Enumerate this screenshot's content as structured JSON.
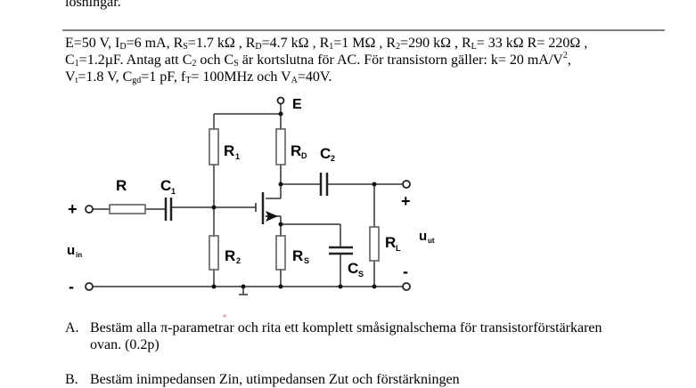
{
  "document": {
    "top_fragment": "lösningar.",
    "params_line1": {
      "E": "E=50 V, I",
      "ID_sub": "D",
      "ID_val": "=6 mA, R",
      "RS_sub": "S",
      "RS_val": "=1.7 kΩ , R",
      "RD_sub": "D",
      "RD_val": "=4.7 kΩ , R",
      "R1_sub": "1",
      "R1_val": "=1 MΩ , R",
      "R2_sub": "2",
      "R2_val": "=290 kΩ , R",
      "RL_sub": "L",
      "RL_val": "= 33 kΩ R= 220Ω ,"
    },
    "params_line2": {
      "C": "C",
      "C1_sub": "1",
      "C1_val": "=1.2µF. Antag att C",
      "C2_sub": "2",
      "mid": " och C",
      "CS_sub": "S",
      "tail": " är kortslutna för AC. För transistorn gäller: k= 20 mA/V",
      "sup": "2",
      "end": ","
    },
    "params_line3": {
      "V": "V",
      "Vt_sub": "t",
      "Vt_val": "=1.8 V, C",
      "Cgd_sub": "gd",
      "Cgd_val": "=1 pF, f",
      "fT_sub": "T",
      "fT_val": "= 100MHz och V",
      "VA_sub": "A",
      "VA_val": "=40V."
    },
    "question_a": {
      "marker": "A.",
      "line1": "Bestäm alla π-parametrar och rita ett komplett småsignalschema för transistorförstärkaren",
      "line2": "ovan. (0.2p)"
    },
    "question_b_partial": {
      "marker": "B.",
      "line1": "Bestäm inimpedansen Zin, utimpedansen Zut och förstärkningen"
    }
  },
  "schematic": {
    "labels": {
      "supply": "E",
      "R": "R",
      "C1": "C",
      "C1_sub": "1",
      "R1": "R",
      "R1_sub": "1",
      "RD": "R",
      "RD_sub": "D",
      "C2": "C",
      "C2_sub": "2",
      "R2": "R",
      "R2_sub": "2",
      "RS": "R",
      "RS_sub": "S",
      "CS": "C",
      "CS_sub": "S",
      "RL": "R",
      "RL_sub": "L",
      "uin": "u",
      "uin_sub": "in",
      "uut": "u",
      "uut_sub": "ut",
      "in_plus": "+",
      "in_minus": "-",
      "out_plus": "+",
      "out_minus": "-"
    },
    "colors": {
      "wire": "#333333",
      "component_outline": "#555555"
    }
  }
}
